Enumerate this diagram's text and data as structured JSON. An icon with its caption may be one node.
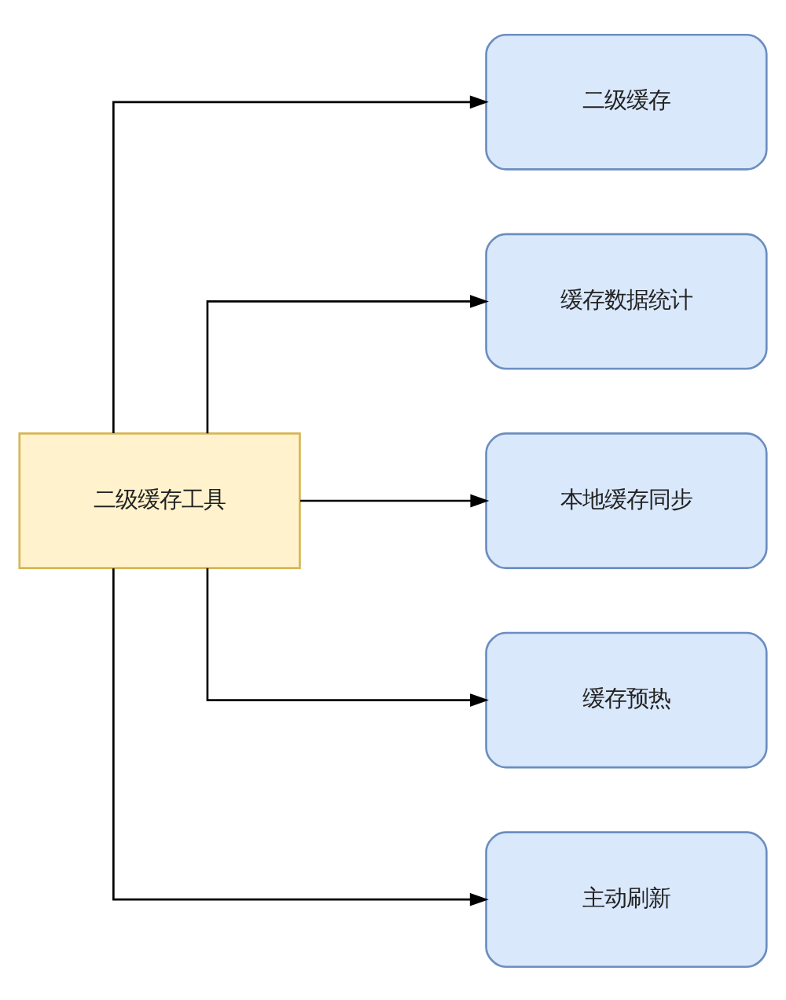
{
  "diagram": {
    "nodes": [
      {
        "text": [
          "二级缓存工具"
        ]
      },
      {
        "text": [
          "二级缓存"
        ]
      },
      {
        "text": [
          "缓存数据统计"
        ]
      },
      {
        "text": [
          "本地缓存同步"
        ]
      },
      {
        "text": [
          "缓存预热"
        ]
      },
      {
        "text": [
          "主动刷新"
        ]
      }
    ],
    "edges": [
      {
        "from": 0,
        "to": 1,
        "arrow": "to"
      },
      {
        "from": 0,
        "to": 2,
        "arrow": "to"
      },
      {
        "from": 0,
        "to": 3,
        "arrow": "to"
      },
      {
        "from": 0,
        "to": 4,
        "arrow": "to"
      },
      {
        "from": 0,
        "to": 5,
        "arrow": "to"
      }
    ]
  }
}
